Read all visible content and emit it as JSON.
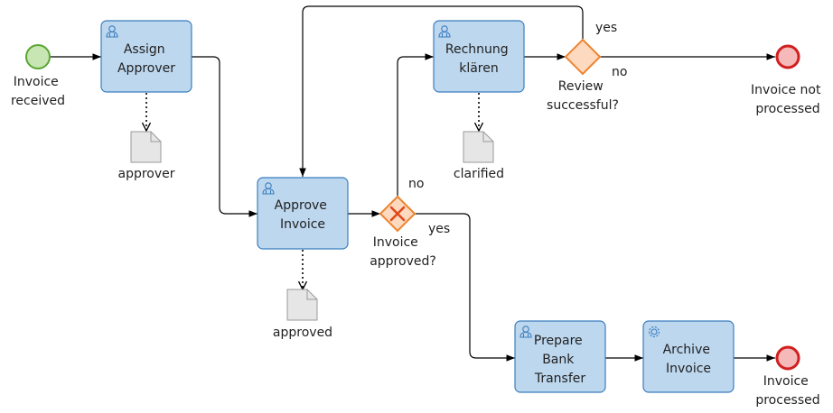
{
  "events": {
    "start": {
      "label_lines": [
        "Invoice",
        "received"
      ]
    },
    "end_not_processed": {
      "label_lines": [
        "Invoice not",
        "processed"
      ]
    },
    "end_processed": {
      "label_lines": [
        "Invoice",
        "processed"
      ]
    }
  },
  "tasks": {
    "assign_approver": {
      "label_lines": [
        "Assign",
        "Approver"
      ],
      "icon": "user-icon"
    },
    "approve_invoice": {
      "label_lines": [
        "Approve",
        "Invoice"
      ],
      "icon": "user-icon"
    },
    "rechnung_klaeren": {
      "label_lines": [
        "Rechnung",
        "klären"
      ],
      "icon": "user-icon"
    },
    "prepare_bank_transfer": {
      "label_lines": [
        "Prepare",
        "Bank",
        "Transfer"
      ],
      "icon": "user-icon"
    },
    "archive_invoice": {
      "label_lines": [
        "Archive",
        "Invoice"
      ],
      "icon": "gear-icon"
    }
  },
  "data_objects": {
    "approver": {
      "label": "approver"
    },
    "approved": {
      "label": "approved"
    },
    "clarified": {
      "label": "clarified"
    }
  },
  "gateways": {
    "invoice_approved": {
      "label_lines": [
        "Invoice",
        "approved?"
      ],
      "yes": "yes",
      "no": "no"
    },
    "review_successful": {
      "label_lines": [
        "Review",
        "successful?"
      ],
      "yes": "yes",
      "no": "no"
    }
  },
  "colors": {
    "task_fill": "#bdd7ee",
    "task_stroke": "#3a7ebf",
    "gateway_fill": "#fdd9bf",
    "gateway_stroke": "#ed8431",
    "start_fill": "#c7e6b4",
    "start_stroke": "#5aa632",
    "end_fill": "#f6b9b9",
    "end_stroke": "#d11f1f"
  }
}
